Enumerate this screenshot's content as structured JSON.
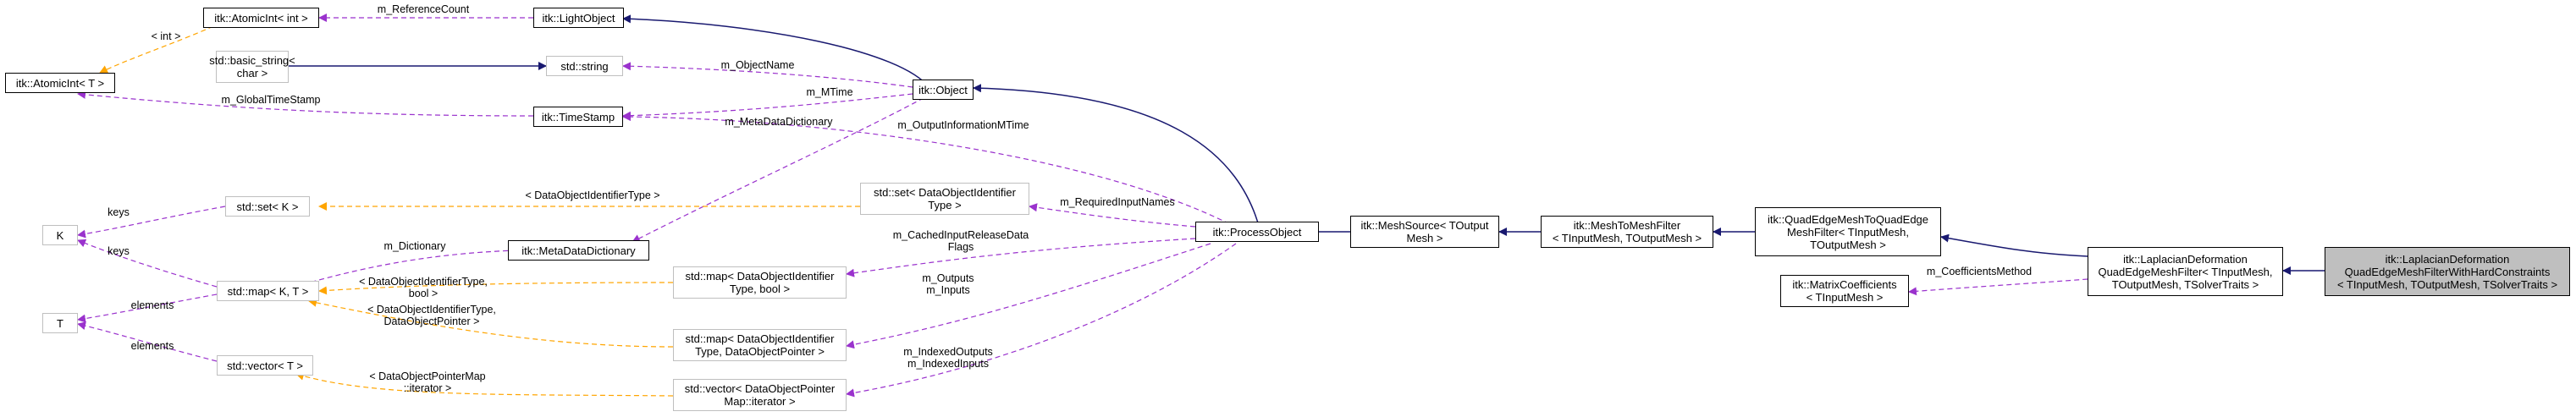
{
  "colors": {
    "inheritance": "#191970",
    "usage": "#9a32cd",
    "template": "#ffa500",
    "focus_fill": "#bfbfbf",
    "gray_border": "#bfbfbf"
  },
  "nodes": {
    "atomicint_int": {
      "lines": [
        "itk::AtomicInt< int >"
      ]
    },
    "lightobject": {
      "lines": [
        "itk::LightObject"
      ]
    },
    "basic_string": {
      "lines": [
        "std::basic_string<",
        "char >"
      ]
    },
    "string": {
      "lines": [
        "std::string"
      ]
    },
    "object": {
      "lines": [
        "itk::Object"
      ]
    },
    "atomicint_t": {
      "lines": [
        "itk::AtomicInt< T >"
      ]
    },
    "timestamp": {
      "lines": [
        "itk::TimeStamp"
      ]
    },
    "set_k": {
      "lines": [
        "std::set< K >"
      ]
    },
    "set_dataobj": {
      "lines": [
        "std::set< DataObjectIdentifier",
        "Type >"
      ]
    },
    "k": {
      "lines": [
        "K"
      ]
    },
    "metadatadictionary": {
      "lines": [
        "itk::MetaDataDictionary"
      ]
    },
    "processobject": {
      "lines": [
        "itk::ProcessObject"
      ]
    },
    "meshsource": {
      "lines": [
        "itk::MeshSource< TOutput",
        "Mesh >"
      ]
    },
    "meshtomeshfilter": {
      "lines": [
        "itk::MeshToMeshFilter",
        "< TInputMesh, TOutputMesh >"
      ]
    },
    "quadedge": {
      "lines": [
        "itk::QuadEdgeMeshToQuadEdge",
        "MeshFilter< TInputMesh,",
        "TOutputMesh >"
      ]
    },
    "map_kt": {
      "lines": [
        "std::map< K, T >"
      ]
    },
    "map_bool": {
      "lines": [
        "std::map< DataObjectIdentifier",
        "Type, bool >"
      ]
    },
    "map_pointer": {
      "lines": [
        "std::map< DataObjectIdentifier",
        "Type, DataObjectPointer >"
      ]
    },
    "t": {
      "lines": [
        "T"
      ]
    },
    "vector_t": {
      "lines": [
        "std::vector< T >"
      ]
    },
    "vector_pointer": {
      "lines": [
        "std::vector< DataObjectPointer",
        "Map::iterator >"
      ]
    },
    "laplacian": {
      "lines": [
        "itk::LaplacianDeformation",
        "QuadEdgeMeshFilter< TInputMesh,",
        "TOutputMesh, TSolverTraits >"
      ]
    },
    "matrixcoefficients": {
      "lines": [
        "itk::MatrixCoefficients",
        "< TInputMesh >"
      ]
    },
    "focus": {
      "lines": [
        "itk::LaplacianDeformation",
        "QuadEdgeMeshFilterWithHardConstraints",
        "< TInputMesh, TOutputMesh, TSolverTraits >"
      ]
    }
  },
  "edge_labels": {
    "reference_count": "m_ReferenceCount",
    "int_template": "< int >",
    "object_name": "m_ObjectName",
    "mtime": "m_MTime",
    "global_timestamp": "m_GlobalTimeStamp",
    "metadata_dictionary": "m_MetaDataDictionary",
    "output_information_mtime": "m_OutputInformationMTime",
    "dataobject_identifier_type": "< DataObjectIdentifierType >",
    "required_input_names": "m_RequiredInputNames",
    "keys_set": "keys",
    "dictionary": "m_Dictionary",
    "cached_input_release": [
      "m_CachedInputReleaseData",
      "Flags"
    ],
    "keys_map": "keys",
    "identifier_bool": [
      "< DataObjectIdentifierType,",
      "bool >"
    ],
    "outputs_inputs": [
      "m_Outputs",
      "m_Inputs"
    ],
    "elements_map": "elements",
    "identifier_pointer": [
      "< DataObjectIdentifierType,",
      "DataObjectPointer >"
    ],
    "elements_vector": "elements",
    "indexed_outputs_inputs": [
      "m_IndexedOutputs",
      "m_IndexedInputs"
    ],
    "pointermap_iterator": [
      "< DataObjectPointerMap",
      "::iterator >"
    ],
    "coefficients_method": "m_CoefficientsMethod"
  }
}
